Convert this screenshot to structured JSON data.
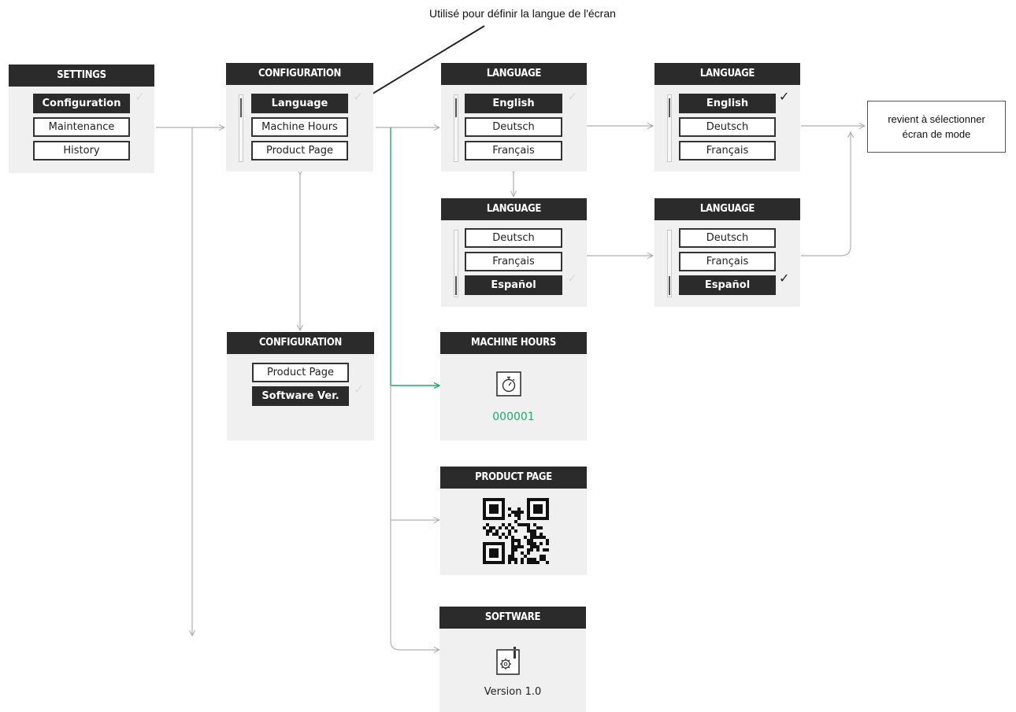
{
  "annotation": "Utilisé pour définir la langue de l'écran",
  "mode_note": {
    "line1": "revient à sélectionner",
    "line2": "écran de mode"
  },
  "settings": {
    "title": "SETTINGS",
    "items": [
      "Configuration",
      "Maintenance",
      "History"
    ]
  },
  "configuration_1": {
    "title": "CONFIGURATION",
    "items": [
      "Language",
      "Machine Hours",
      "Product Page"
    ]
  },
  "configuration_2": {
    "title": "CONFIGURATION",
    "items": [
      "Product Page",
      "Software Ver."
    ]
  },
  "language_1": {
    "title": "LANGUAGE",
    "items": [
      "English",
      "Deutsch",
      "Français"
    ]
  },
  "language_2": {
    "title": "LANGUAGE",
    "items": [
      "English",
      "Deutsch",
      "Français"
    ]
  },
  "language_3": {
    "title": "LANGUAGE",
    "items": [
      "Deutsch",
      "Français",
      "Español"
    ]
  },
  "language_4": {
    "title": "LANGUAGE",
    "items": [
      "Deutsch",
      "Français",
      "Español"
    ]
  },
  "machine_hours": {
    "title": "MACHINE HOURS",
    "value": "000001",
    "icon": "stopwatch-icon"
  },
  "product_page": {
    "title": "PRODUCT PAGE",
    "icon": "qr-code-icon"
  },
  "software": {
    "title": "SOFTWARE",
    "version": "Version 1.0",
    "icon": "gear-info-icon"
  },
  "colors": {
    "header": "#2b2b2b",
    "panel": "#f0f0f0",
    "accent_green": "#1faa6f",
    "connector": "#b0b0b0"
  }
}
